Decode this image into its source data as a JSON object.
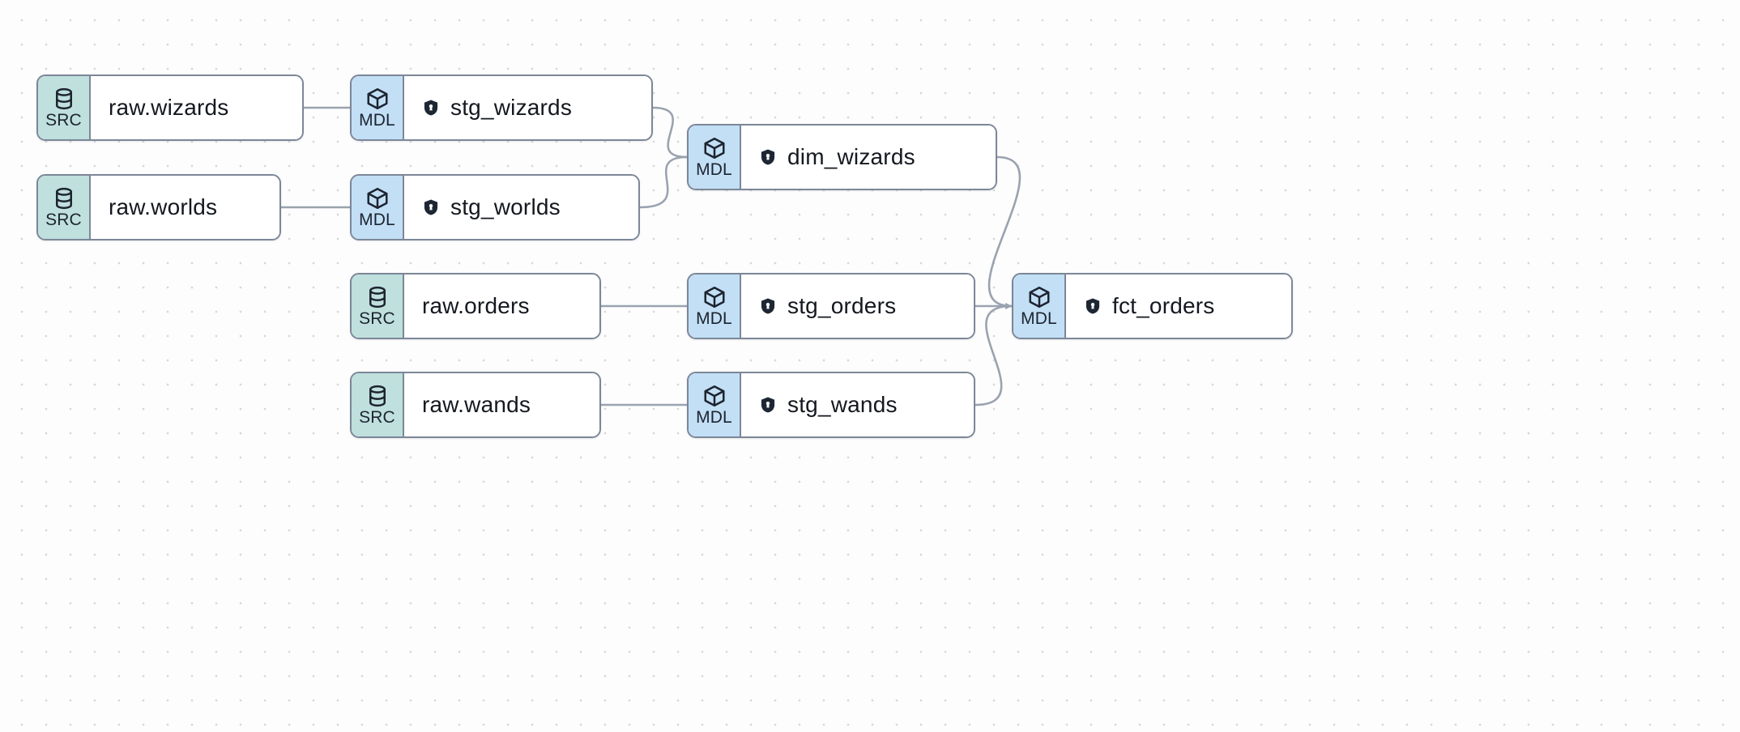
{
  "canvas": {
    "background": "#fdfdfd",
    "dot_color": "#d8d8dc",
    "edge_color": "#9aa3af"
  },
  "badges": {
    "src": {
      "text": "SRC",
      "icon": "database-icon",
      "color": "#bfe0dd"
    },
    "mdl": {
      "text": "MDL",
      "icon": "cube-icon",
      "color": "#c2dff5"
    }
  },
  "nodes": [
    {
      "id": "raw-wizards",
      "label": "raw.wizards",
      "kind": "SRC",
      "badge_text": "SRC",
      "secured": false
    },
    {
      "id": "raw-worlds",
      "label": "raw.worlds",
      "kind": "SRC",
      "badge_text": "SRC",
      "secured": false
    },
    {
      "id": "raw-orders",
      "label": "raw.orders",
      "kind": "SRC",
      "badge_text": "SRC",
      "secured": false
    },
    {
      "id": "raw-wands",
      "label": "raw.wands",
      "kind": "SRC",
      "badge_text": "SRC",
      "secured": false
    },
    {
      "id": "stg-wizards",
      "label": "stg_wizards",
      "kind": "MDL",
      "badge_text": "MDL",
      "secured": true
    },
    {
      "id": "stg-worlds",
      "label": "stg_worlds",
      "kind": "MDL",
      "badge_text": "MDL",
      "secured": true
    },
    {
      "id": "stg-orders",
      "label": "stg_orders",
      "kind": "MDL",
      "badge_text": "MDL",
      "secured": true
    },
    {
      "id": "stg-wands",
      "label": "stg_wands",
      "kind": "MDL",
      "badge_text": "MDL",
      "secured": true
    },
    {
      "id": "dim-wizards",
      "label": "dim_wizards",
      "kind": "MDL",
      "badge_text": "MDL",
      "secured": true
    },
    {
      "id": "fct-orders",
      "label": "fct_orders",
      "kind": "MDL",
      "badge_text": "MDL",
      "secured": true
    }
  ],
  "edges": [
    {
      "from": "raw-wizards",
      "to": "stg-wizards"
    },
    {
      "from": "raw-worlds",
      "to": "stg-worlds"
    },
    {
      "from": "raw-orders",
      "to": "stg-orders"
    },
    {
      "from": "raw-wands",
      "to": "stg-wands"
    },
    {
      "from": "stg-wizards",
      "to": "dim-wizards"
    },
    {
      "from": "stg-worlds",
      "to": "dim-wizards"
    },
    {
      "from": "dim-wizards",
      "to": "fct-orders"
    },
    {
      "from": "stg-orders",
      "to": "fct-orders"
    },
    {
      "from": "stg-wands",
      "to": "fct-orders"
    }
  ]
}
